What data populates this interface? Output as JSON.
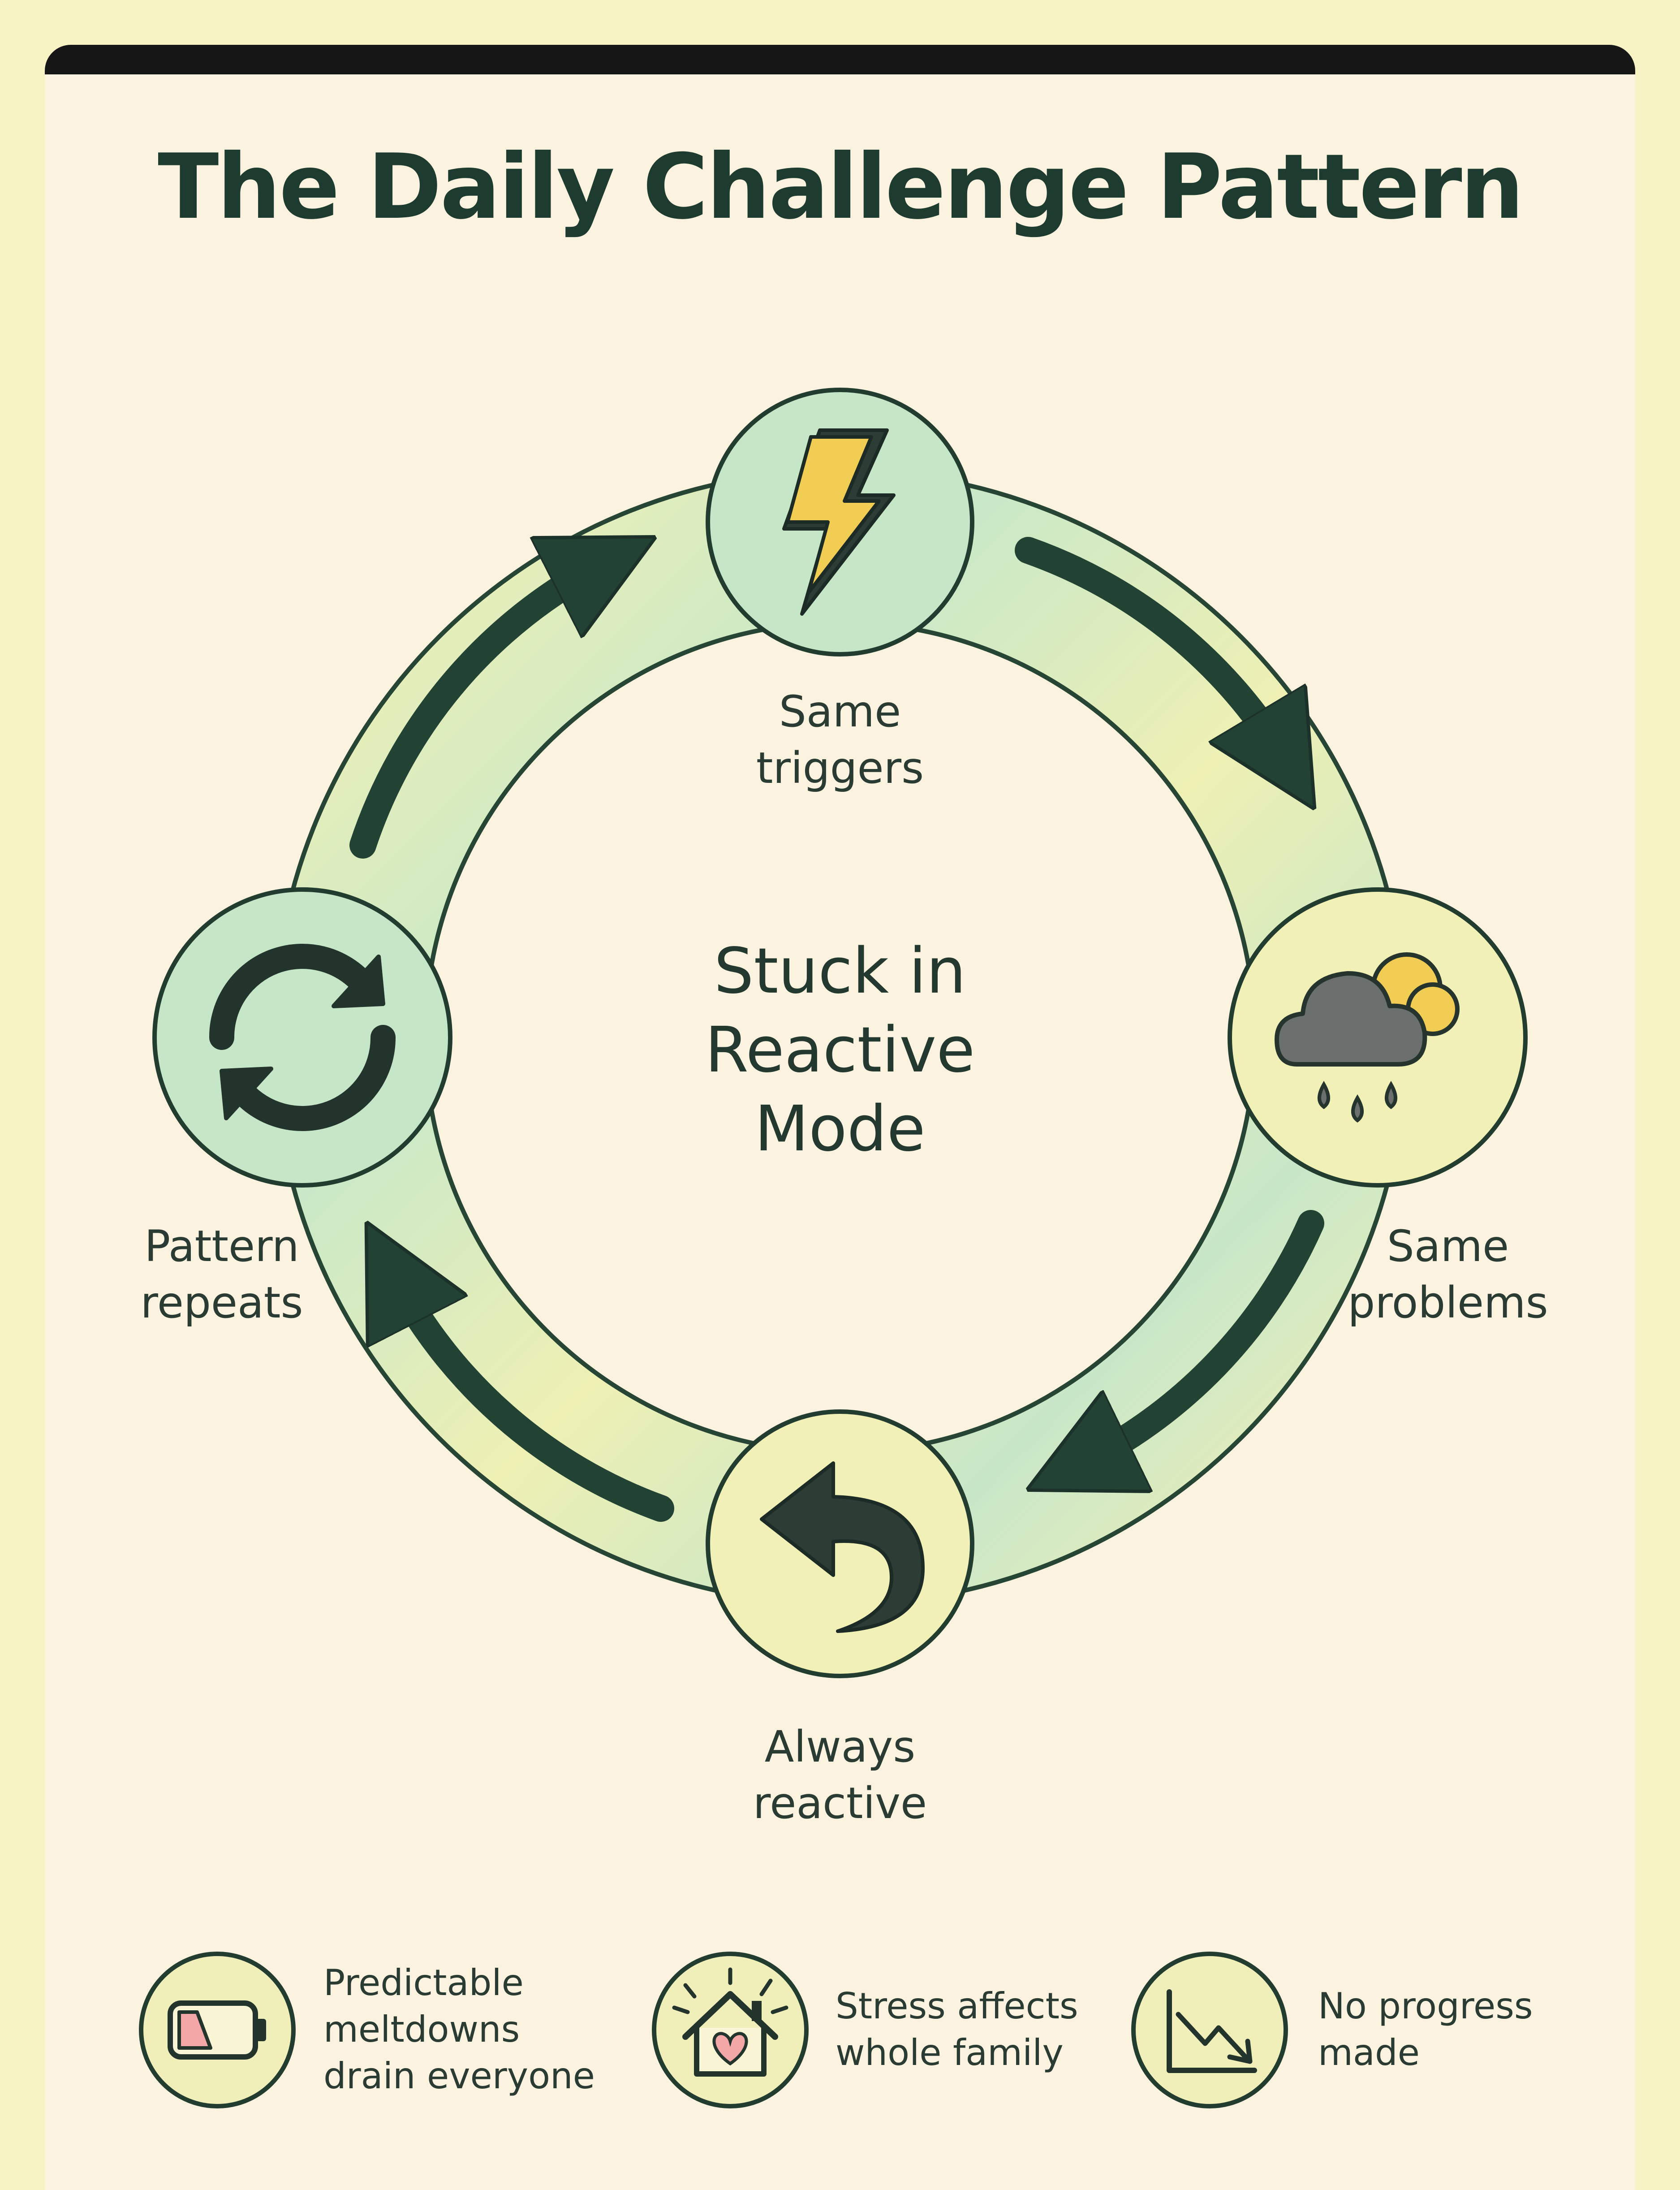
{
  "title": "The Daily Challenge Pattern",
  "center": {
    "line1": "Stuck in",
    "line2": "Reactive",
    "line3": "Mode"
  },
  "cycle": [
    {
      "icon": "lightning-bolt-icon",
      "line1": "Same",
      "line2": "triggers"
    },
    {
      "icon": "rain-cloud-icon",
      "line1": "Same",
      "line2": "problems"
    },
    {
      "icon": "undo-arrow-icon",
      "line1": "Always",
      "line2": "reactive"
    },
    {
      "icon": "refresh-cycle-icon",
      "line1": "Pattern",
      "line2": "repeats"
    }
  ],
  "footer": [
    {
      "icon": "low-battery-icon",
      "lines": [
        "Predictable",
        "meltdowns",
        "drain everyone"
      ]
    },
    {
      "icon": "stressed-house-icon",
      "lines": [
        "Stress affects",
        "whole family"
      ]
    },
    {
      "icon": "declining-chart-icon",
      "lines": [
        "No progress",
        "made"
      ]
    }
  ],
  "colors": {
    "background": "#f8f3c4",
    "card": "#fbf3df",
    "topbar": "#161616",
    "dark_green": "#224234",
    "mint": "#c5e6c7",
    "pale_yellow": "#f1f1b4",
    "bolt_yellow": "#f2cd53",
    "cloud_gray": "#6b6f6d",
    "heart_pink": "#f4a7a7"
  }
}
